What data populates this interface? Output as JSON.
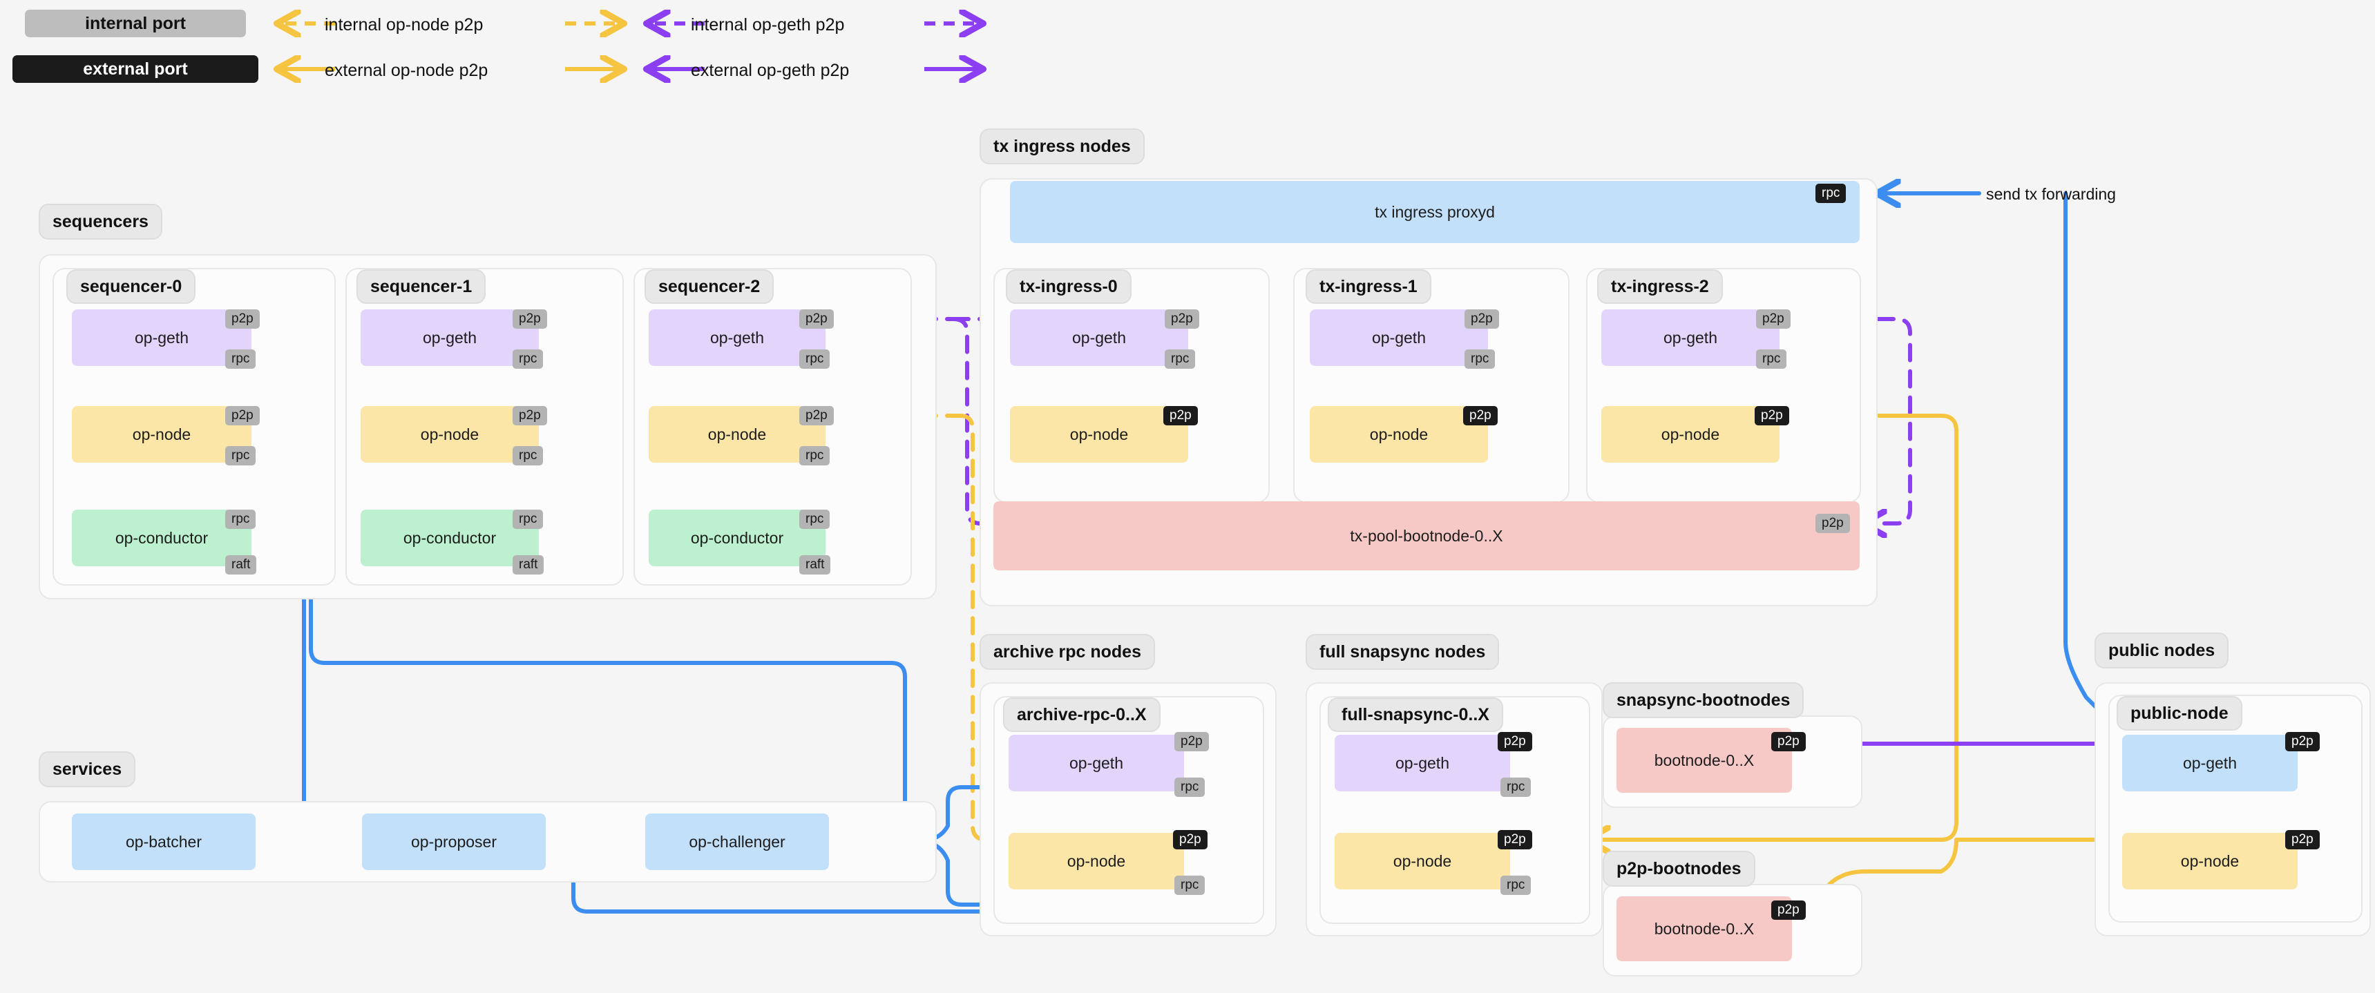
{
  "legend": {
    "internal_port": "internal port",
    "external_port": "external port",
    "items": [
      {
        "label": "internal op-node p2p",
        "color": "#f5c542",
        "style": "dashed"
      },
      {
        "label": "internal op-geth p2p",
        "color": "#8b3ff0",
        "style": "dashed"
      },
      {
        "label": "external op-node p2p",
        "color": "#f5c542",
        "style": "solid"
      },
      {
        "label": "external op-geth p2p",
        "color": "#8b3ff0",
        "style": "solid"
      }
    ]
  },
  "colors": {
    "op_geth": "#e3d4fb",
    "op_node": "#fbe6a8",
    "op_conductor": "#bdf0cf",
    "service": "#c3e0fb",
    "bootnode": "#f6c9c7",
    "internal_port": "#b3b3b3",
    "external_port": "#1b1b1b",
    "geth_p2p_line": "#8b3ff0",
    "node_p2p_line": "#f5c542",
    "rpc_line": "#3b8ef0",
    "conductor_line": "#3aa856",
    "raft_line": "#3aa856"
  },
  "groups": {
    "sequencers": {
      "title": "sequencers",
      "nodes": [
        {
          "name": "sequencer-0",
          "services": [
            {
              "label": "op-geth",
              "kind": "geth",
              "ports": [
                {
                  "label": "p2p",
                  "scope": "internal"
                },
                {
                  "label": "rpc",
                  "scope": "internal"
                }
              ]
            },
            {
              "label": "op-node",
              "kind": "node",
              "ports": [
                {
                  "label": "p2p",
                  "scope": "internal"
                },
                {
                  "label": "rpc",
                  "scope": "internal"
                }
              ]
            },
            {
              "label": "op-conductor",
              "kind": "conductor",
              "ports": [
                {
                  "label": "rpc",
                  "scope": "internal"
                },
                {
                  "label": "raft",
                  "scope": "internal"
                }
              ]
            }
          ]
        },
        {
          "name": "sequencer-1",
          "services": [
            {
              "label": "op-geth",
              "kind": "geth",
              "ports": [
                {
                  "label": "p2p",
                  "scope": "internal"
                },
                {
                  "label": "rpc",
                  "scope": "internal"
                }
              ]
            },
            {
              "label": "op-node",
              "kind": "node",
              "ports": [
                {
                  "label": "p2p",
                  "scope": "internal"
                },
                {
                  "label": "rpc",
                  "scope": "internal"
                }
              ]
            },
            {
              "label": "op-conductor",
              "kind": "conductor",
              "ports": [
                {
                  "label": "rpc",
                  "scope": "internal"
                },
                {
                  "label": "raft",
                  "scope": "internal"
                }
              ]
            }
          ]
        },
        {
          "name": "sequencer-2",
          "services": [
            {
              "label": "op-geth",
              "kind": "geth",
              "ports": [
                {
                  "label": "p2p",
                  "scope": "internal"
                },
                {
                  "label": "rpc",
                  "scope": "internal"
                }
              ]
            },
            {
              "label": "op-node",
              "kind": "node",
              "ports": [
                {
                  "label": "p2p",
                  "scope": "internal"
                },
                {
                  "label": "rpc",
                  "scope": "internal"
                }
              ]
            },
            {
              "label": "op-conductor",
              "kind": "conductor",
              "ports": [
                {
                  "label": "rpc",
                  "scope": "internal"
                },
                {
                  "label": "raft",
                  "scope": "internal"
                }
              ]
            }
          ]
        }
      ]
    },
    "tx_ingress": {
      "title": "tx ingress nodes",
      "proxy": {
        "label": "tx ingress proxyd",
        "port": {
          "label": "rpc",
          "scope": "external"
        }
      },
      "nodes": [
        {
          "name": "tx-ingress-0",
          "services": [
            {
              "label": "op-geth",
              "kind": "geth",
              "ports": [
                {
                  "label": "p2p",
                  "scope": "internal"
                },
                {
                  "label": "rpc",
                  "scope": "internal"
                }
              ]
            },
            {
              "label": "op-node",
              "kind": "node",
              "ports": [
                {
                  "label": "p2p",
                  "scope": "external"
                }
              ]
            }
          ]
        },
        {
          "name": "tx-ingress-1",
          "services": [
            {
              "label": "op-geth",
              "kind": "geth",
              "ports": [
                {
                  "label": "p2p",
                  "scope": "internal"
                },
                {
                  "label": "rpc",
                  "scope": "internal"
                }
              ]
            },
            {
              "label": "op-node",
              "kind": "node",
              "ports": [
                {
                  "label": "p2p",
                  "scope": "external"
                }
              ]
            }
          ]
        },
        {
          "name": "tx-ingress-2",
          "services": [
            {
              "label": "op-geth",
              "kind": "geth",
              "ports": [
                {
                  "label": "p2p",
                  "scope": "internal"
                },
                {
                  "label": "rpc",
                  "scope": "internal"
                }
              ]
            },
            {
              "label": "op-node",
              "kind": "node",
              "ports": [
                {
                  "label": "p2p",
                  "scope": "external"
                }
              ]
            }
          ]
        }
      ],
      "bootnode": {
        "label": "tx-pool-bootnode-0..X",
        "port": {
          "label": "p2p",
          "scope": "internal"
        }
      }
    },
    "archive_rpc": {
      "title": "archive rpc nodes",
      "nodes": [
        {
          "name": "archive-rpc-0..X",
          "services": [
            {
              "label": "op-geth",
              "kind": "geth",
              "ports": [
                {
                  "label": "p2p",
                  "scope": "internal"
                },
                {
                  "label": "rpc",
                  "scope": "internal"
                }
              ]
            },
            {
              "label": "op-node",
              "kind": "node",
              "ports": [
                {
                  "label": "p2p",
                  "scope": "external"
                },
                {
                  "label": "rpc",
                  "scope": "internal"
                }
              ]
            }
          ]
        }
      ]
    },
    "full_snapsync": {
      "title": "full snapsync nodes",
      "nodes": [
        {
          "name": "full-snapsync-0..X",
          "services": [
            {
              "label": "op-geth",
              "kind": "geth",
              "ports": [
                {
                  "label": "p2p",
                  "scope": "external"
                },
                {
                  "label": "rpc",
                  "scope": "internal"
                }
              ]
            },
            {
              "label": "op-node",
              "kind": "node",
              "ports": [
                {
                  "label": "p2p",
                  "scope": "external"
                },
                {
                  "label": "rpc",
                  "scope": "internal"
                }
              ]
            }
          ]
        }
      ]
    },
    "snapsync_bootnodes": {
      "title": "snapsync-bootnodes",
      "bootnode": {
        "label": "bootnode-0..X",
        "port": {
          "label": "p2p",
          "scope": "external"
        }
      }
    },
    "p2p_bootnodes": {
      "title": "p2p-bootnodes",
      "bootnode": {
        "label": "bootnode-0..X",
        "port": {
          "label": "p2p",
          "scope": "external"
        }
      }
    },
    "public_nodes": {
      "title": "public nodes",
      "nodes": [
        {
          "name": "public-node",
          "services": [
            {
              "label": "op-geth",
              "kind": "blue",
              "ports": [
                {
                  "label": "p2p",
                  "scope": "external"
                }
              ]
            },
            {
              "label": "op-node",
              "kind": "node",
              "ports": [
                {
                  "label": "p2p",
                  "scope": "external"
                }
              ]
            }
          ]
        }
      ]
    },
    "services": {
      "title": "services",
      "items": [
        {
          "label": "op-batcher"
        },
        {
          "label": "op-proposer"
        },
        {
          "label": "op-challenger"
        }
      ]
    }
  },
  "annotations": {
    "send_tx_forwarding": "send tx forwarding"
  }
}
